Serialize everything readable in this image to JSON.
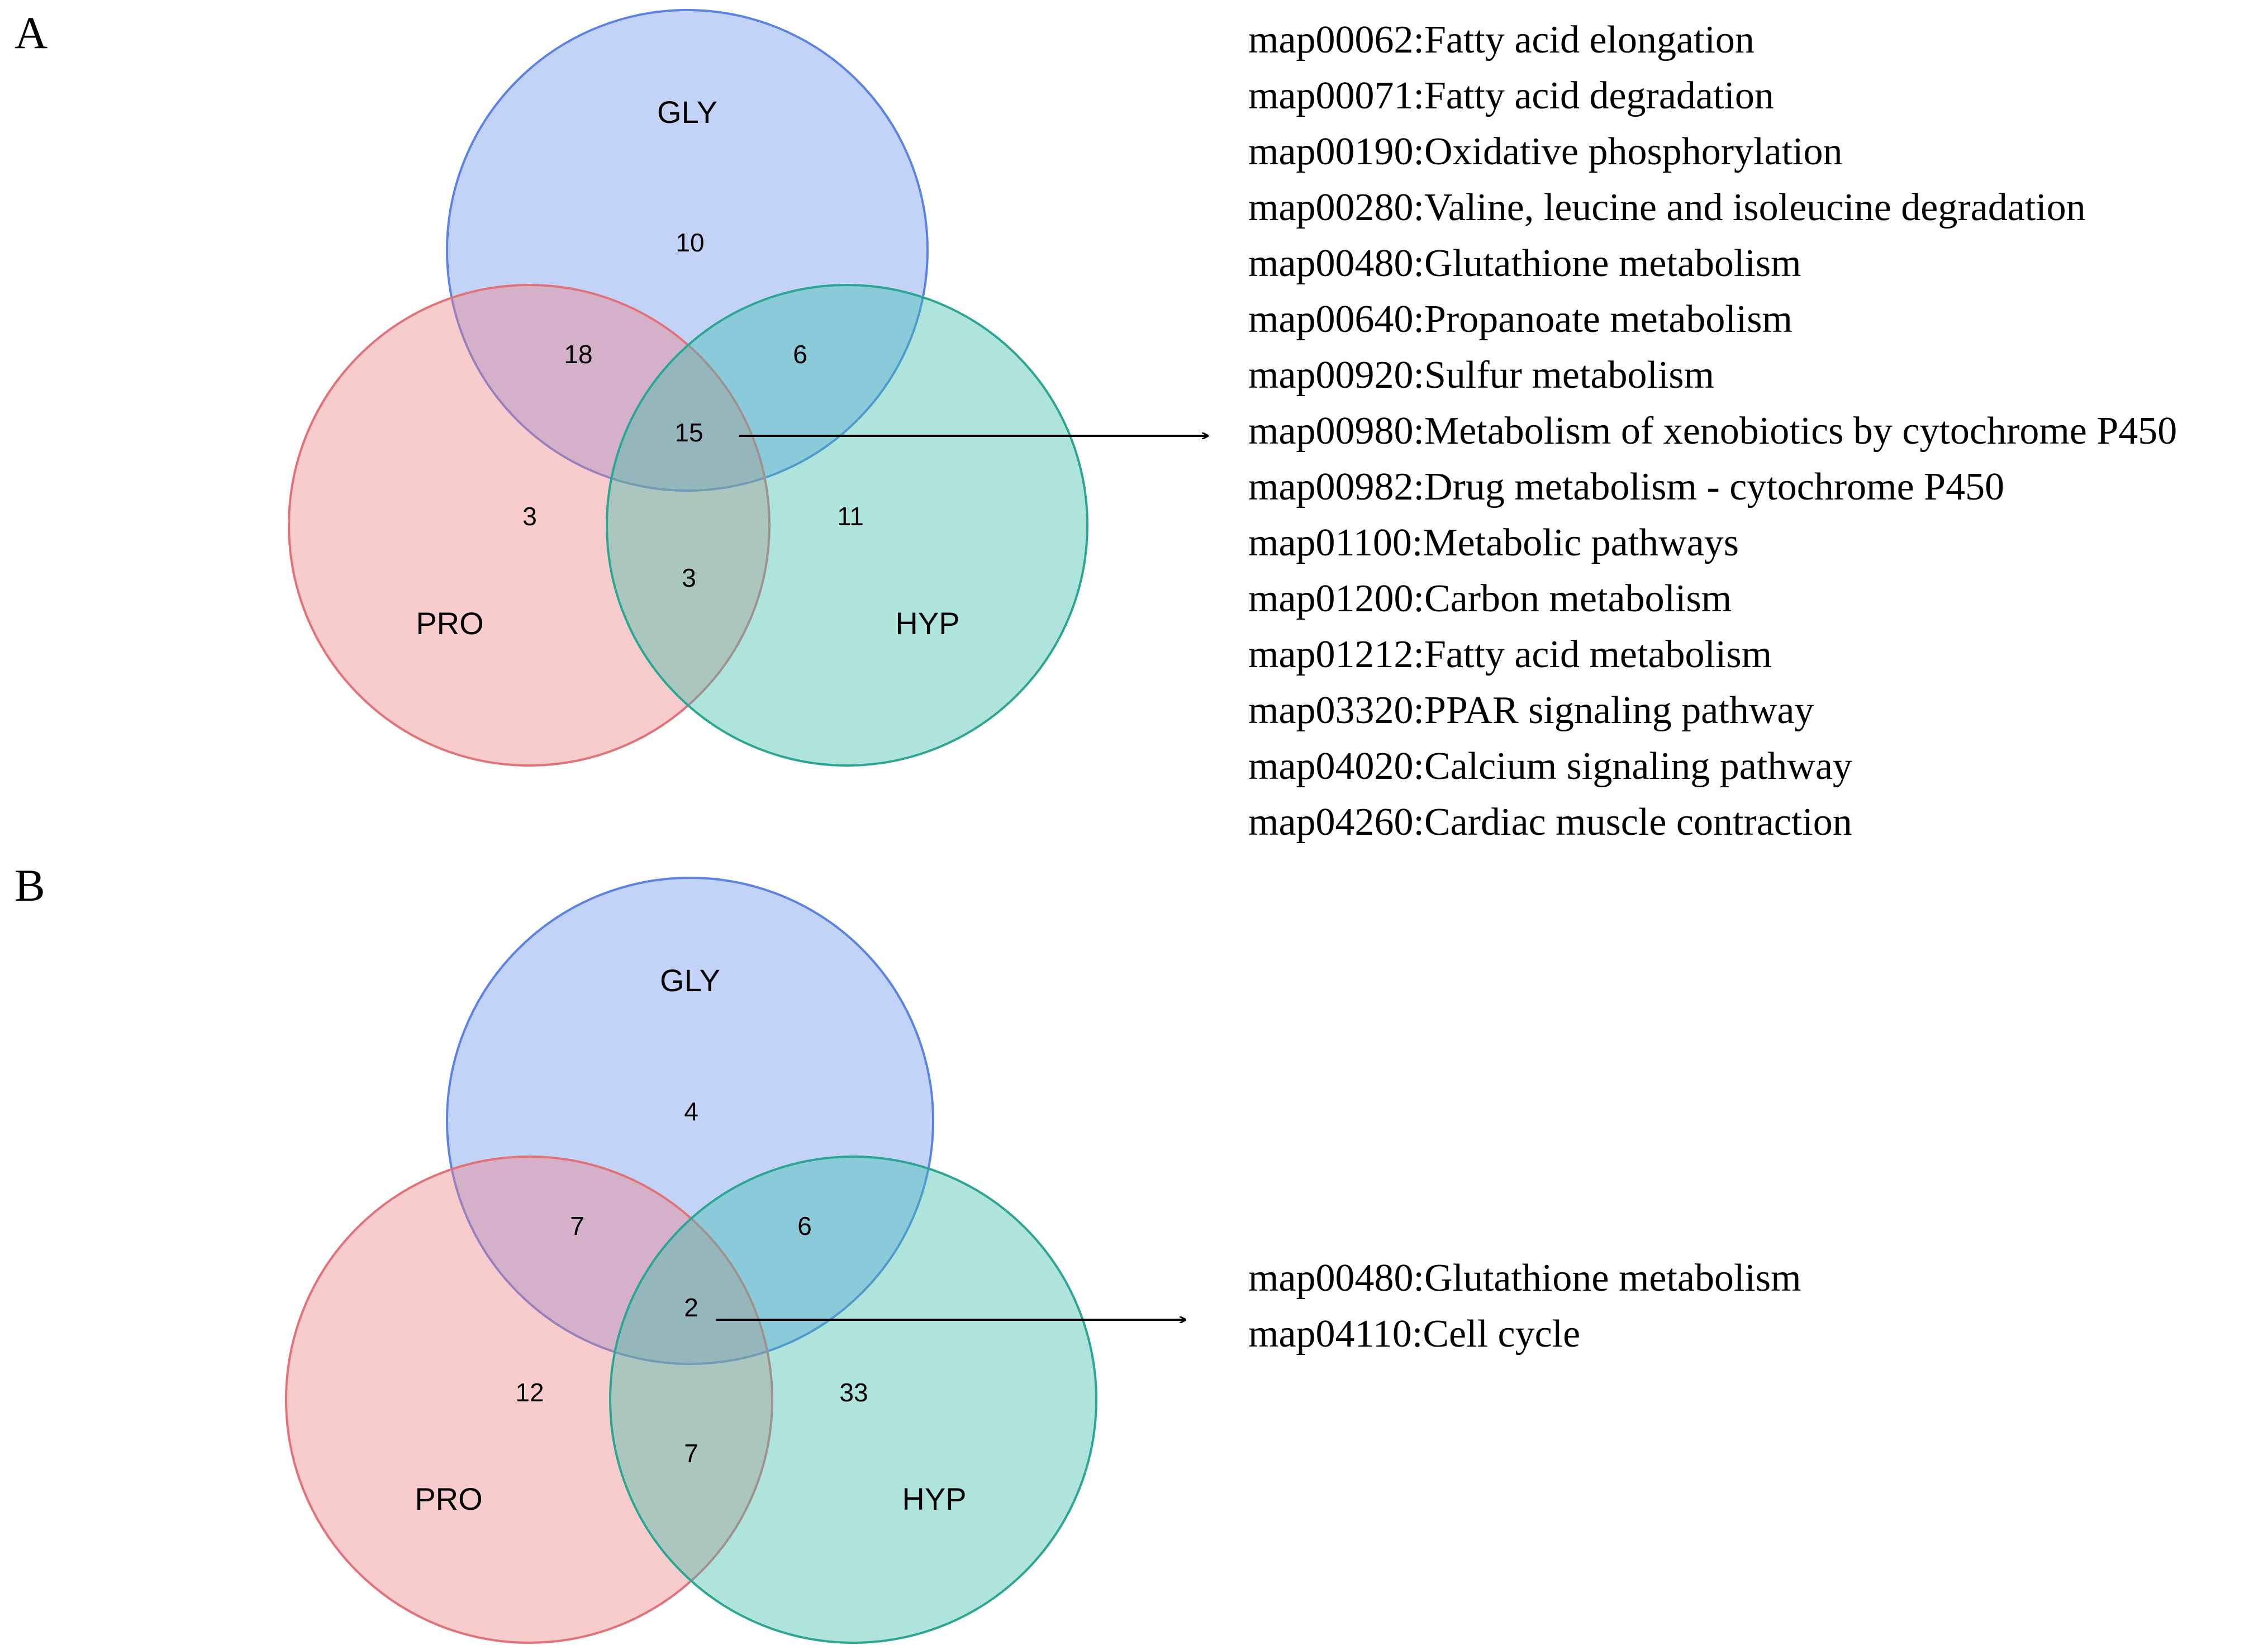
{
  "colors": {
    "GLY": "#6f96ee",
    "PRO": "#ee8488",
    "HYP": "#3dbfac",
    "GLY_stroke": "#5b82e6",
    "PRO_stroke": "#e27277",
    "HYP_stroke": "#2aa693",
    "arrow": "#000000"
  },
  "panels": [
    {
      "id": "A",
      "letter": "A",
      "sets": {
        "GLY": "GLY",
        "PRO": "PRO",
        "HYP": "HYP"
      },
      "counts": {
        "gly_only": "10",
        "pro_only": "3",
        "hyp_only": "11",
        "gly_pro": "18",
        "gly_hyp": "6",
        "pro_hyp": "3",
        "all_three": "15"
      },
      "pathways": [
        "map00062:Fatty acid elongation",
        "map00071:Fatty acid degradation",
        "map00190:Oxidative phosphorylation",
        "map00280:Valine, leucine and isoleucine degradation",
        "map00480:Glutathione metabolism",
        "map00640:Propanoate metabolism",
        "map00920:Sulfur metabolism",
        "map00980:Metabolism of xenobiotics by cytochrome P450",
        "map00982:Drug metabolism - cytochrome P450",
        "map01100:Metabolic pathways",
        "map01200:Carbon metabolism",
        "map01212:Fatty acid metabolism",
        "map03320:PPAR signaling pathway",
        "map04020:Calcium signaling pathway",
        "map04260:Cardiac muscle contraction"
      ]
    },
    {
      "id": "B",
      "letter": "B",
      "sets": {
        "GLY": "GLY",
        "PRO": "PRO",
        "HYP": "HYP"
      },
      "counts": {
        "gly_only": "4",
        "pro_only": "12",
        "hyp_only": "33",
        "gly_pro": "7",
        "gly_hyp": "6",
        "pro_hyp": "7",
        "all_three": "2"
      },
      "pathways": [
        "map00480:Glutathione metabolism",
        "map04110:Cell cycle"
      ]
    }
  ]
}
